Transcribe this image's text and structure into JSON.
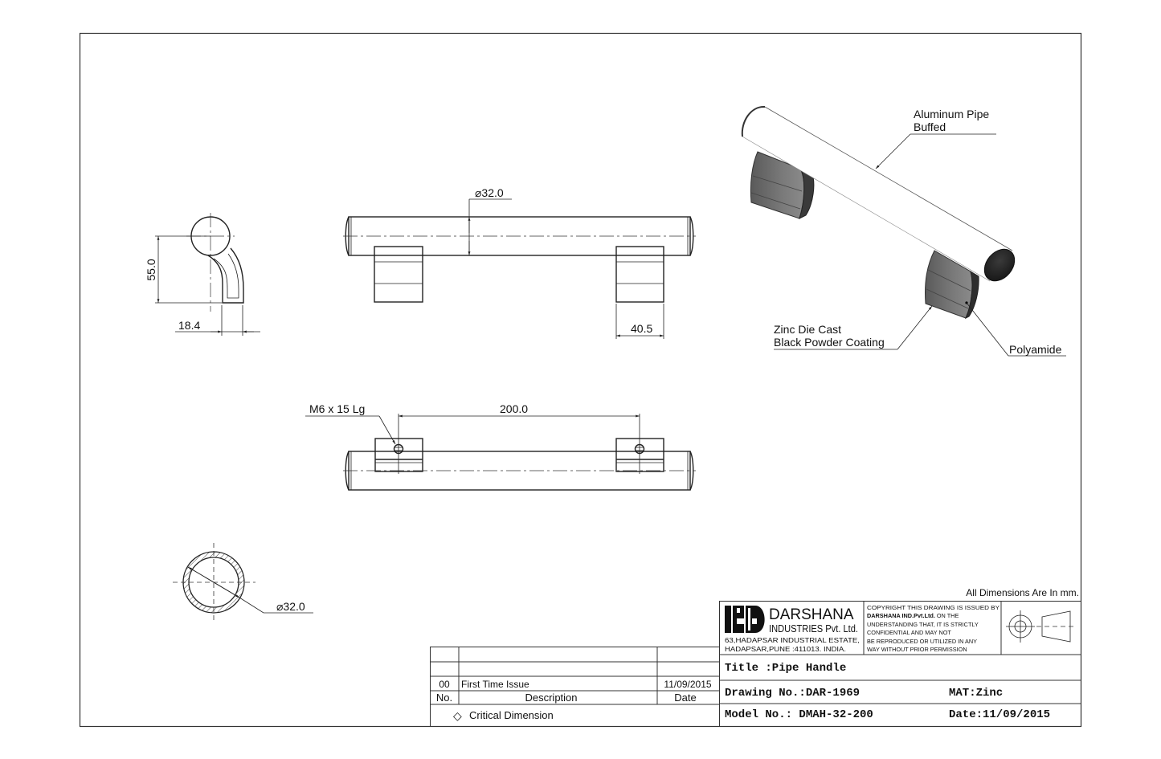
{
  "drawing": {
    "units_note": "All Dimensions Are In mm.",
    "views": {
      "side_view": {
        "height_dim": "55.0",
        "width_dim": "18.4"
      },
      "front_view": {
        "diameter_dim": "⌀32.0",
        "bracket_width_dim": "40.5"
      },
      "top_view": {
        "screw_callout": "M6 x 15 Lg",
        "center_distance_dim": "200.0"
      },
      "section_view": {
        "diameter_dim": "⌀32.0"
      },
      "isometric_view": {
        "callouts": {
          "pipe_line1": "Aluminum Pipe",
          "pipe_line2": "Buffed",
          "bracket_line1": "Zinc Die Cast",
          "bracket_line2": "Black Powder Coating",
          "insert": "Polyamide"
        }
      }
    }
  },
  "title_block": {
    "company": {
      "name": "DARSHANA",
      "subtitle": "INDUSTRIES Pvt. Ltd.",
      "address_line1": "63,HADAPSAR INDUSTRIAL ESTATE,",
      "address_line2": "HADAPSAR,PUNE :411013. INDIA."
    },
    "copyright": {
      "line1": "COPYRIGHT THIS DRAWING IS ISSUED BY",
      "line2_bold": "DARSHANA IND.Pvt.Ltd.",
      "line2_rest": " ON THE",
      "line3": "UNDERSTANDING THAT, IT IS STRICTLY",
      "line4": "CONFIDENTIAL AND MAY NOT",
      "line5": "BE REPRODUCED OR UTILIZED IN ANY",
      "line6": "WAY WITHOUT PRIOR PERMISSION"
    },
    "projection_symbol": "third-angle-projection-icon",
    "title": "Title :Pipe Handle",
    "drawing_no": "Drawing No.:DAR-1969",
    "material": "MAT:Zinc",
    "model_no": "Model No.: DMAH-32-200",
    "date": "Date:11/09/2015"
  },
  "revision_table": {
    "headers": {
      "no": "No.",
      "description": "Description",
      "date": "Date"
    },
    "rows": [
      {
        "no": "",
        "description": "",
        "date": ""
      },
      {
        "no": "",
        "description": "",
        "date": ""
      },
      {
        "no": "00",
        "description": "First Time Issue",
        "date": "11/09/2015"
      }
    ],
    "legend_symbol": "◇",
    "legend_text": "Critical Dimension"
  },
  "colors": {
    "line": "#222222",
    "bracket_face": "#6e6e6e",
    "bracket_side": "#3a3a3a",
    "pipe_end": "#2b2b2b"
  }
}
